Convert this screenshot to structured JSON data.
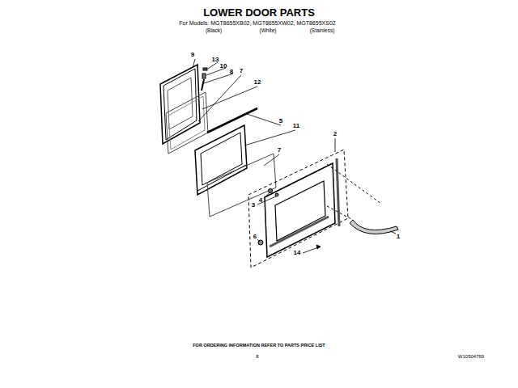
{
  "diagram": {
    "title": "LOWER DOOR PARTS",
    "labels": [
      "For Models: MGT8655XB02, MGT8655XW02, MGT8655XS02",
      "(Black)",
      "(White)",
      "(Stainless)",
      "9",
      "13",
      "10",
      "8",
      "7",
      "12",
      "5",
      "11",
      "7",
      "2",
      "4",
      "3",
      "6",
      "14",
      "1",
      "FOR ORDERING INFORMATION REFER TO PARTS PRICE LIST",
      "8",
      "W10504769"
    ]
  }
}
